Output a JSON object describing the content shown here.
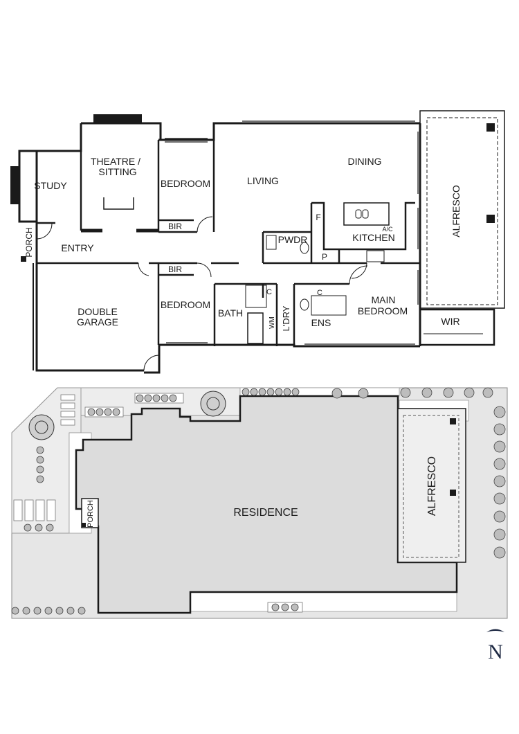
{
  "floor_plan": {
    "rooms": {
      "study": "STUDY",
      "theatre": "THEATRE /",
      "sitting": "SITTING",
      "bedroom_upper": "BEDROOM",
      "living": "LIVING",
      "dining": "DINING",
      "alfresco": "ALFRESCO",
      "porch": "PORCH",
      "entry": "ENTRY",
      "bir_upper": "BIR",
      "bir_lower": "BIR",
      "f": "F",
      "pwdr": "PWDR",
      "kitchen": "KITCHEN",
      "ac": "A/C",
      "p": "P",
      "double": "DOUBLE",
      "garage": "GARAGE",
      "bedroom_lower": "BEDROOM",
      "bath": "BATH",
      "c_bath": "C",
      "wm": "WM",
      "ldry": "L'DRY",
      "c_ens": "C",
      "ens": "ENS",
      "main": "MAIN",
      "main_bedroom": "BEDROOM",
      "wir": "WIR"
    }
  },
  "site_plan": {
    "residence": "RESIDENCE",
    "alfresco": "ALFRESCO",
    "porch": "PORCH"
  },
  "compass": {
    "label": "N"
  },
  "colors": {
    "wall": "#1a1a1a",
    "site_fill": "#e6e6e6",
    "residence_fill": "#dcdcdc",
    "alfresco_fill": "#efefef",
    "compass": "#1f2a44"
  }
}
